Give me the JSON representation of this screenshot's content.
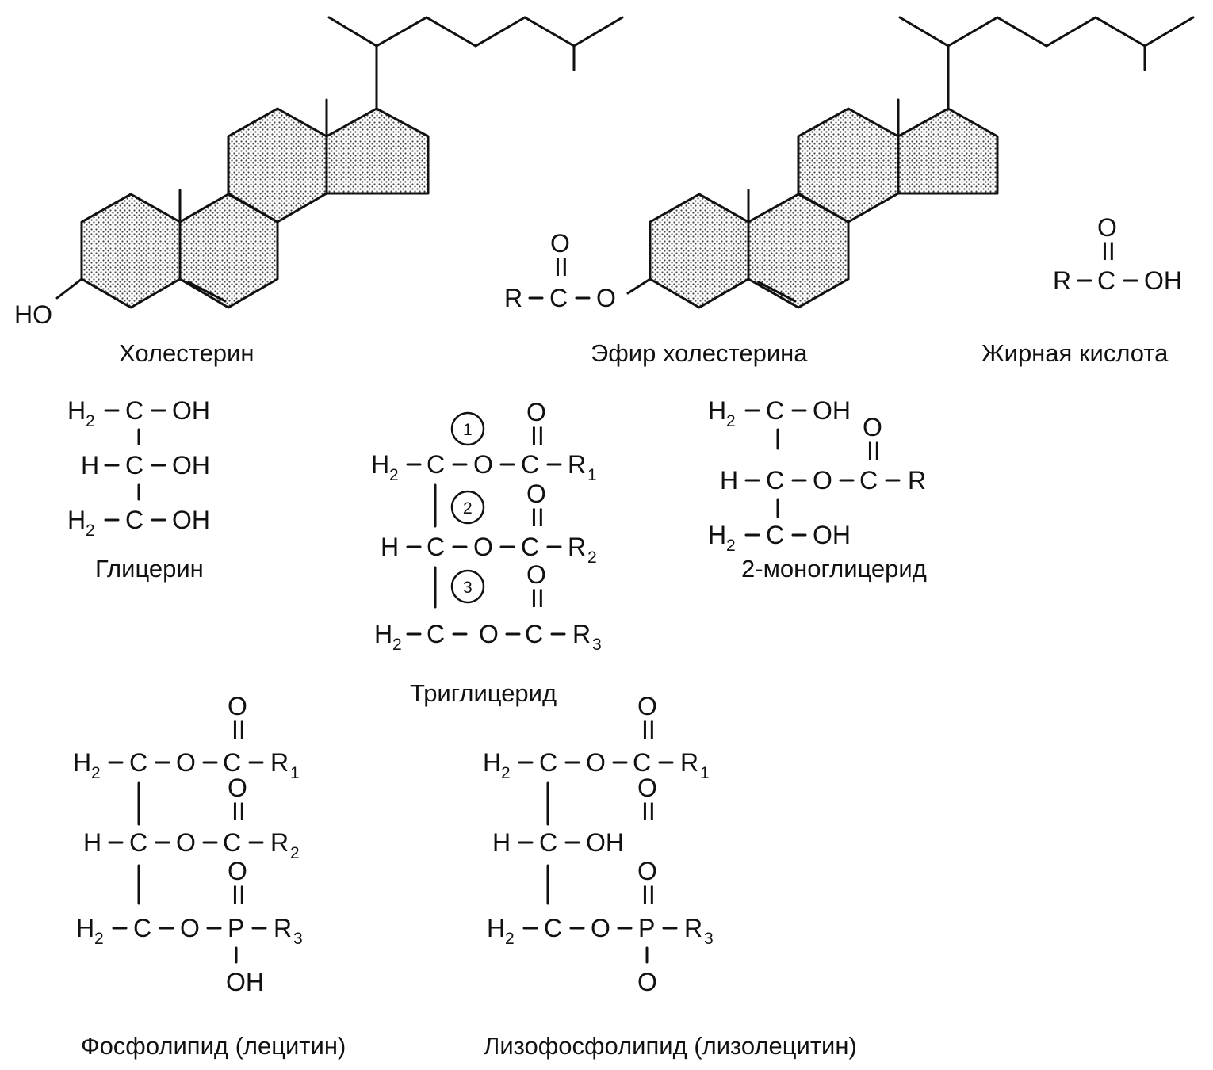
{
  "captions": {
    "cholesterol": "Холестерин",
    "cholesterol_ester": "Эфир холестерина",
    "fatty_acid": "Жирная кислота",
    "glycerol": "Глицерин",
    "triglyceride": "Триглицерид",
    "monoglyceride": "2-моноглицерид",
    "phospholipid": "Фосфолипид (лецитин)",
    "lysophospholipid": "Лизофосфолипид (лизолецитин)"
  },
  "cholesterol": {
    "ho": "HO"
  },
  "cholesterol_ester": {
    "o_top": "O",
    "dbl": "II",
    "r": "R",
    "c": "C",
    "o": "O"
  },
  "fatty_acid": {
    "o_top": "O",
    "dbl": "II",
    "r": "R",
    "c": "C",
    "oh": "OH"
  },
  "glycerol": {
    "rows": [
      {
        "h": "H",
        "h_sub": "2",
        "c": "C",
        "oh": "OH"
      },
      {
        "h": "H",
        "h_sub": "",
        "c": "C",
        "oh": "OH"
      },
      {
        "h": "H",
        "h_sub": "2",
        "c": "C",
        "oh": "OH"
      }
    ]
  },
  "triglyceride": {
    "circles": [
      "1",
      "2",
      "3"
    ],
    "rows": [
      {
        "h": "H",
        "h_sub": "2",
        "c": "C",
        "o": "O",
        "ac": "C",
        "r": "R",
        "r_sub": "1",
        "o_top": "O",
        "dbl": "II"
      },
      {
        "h": "H",
        "h_sub": "",
        "c": "C",
        "o": "O",
        "ac": "C",
        "r": "R",
        "r_sub": "2",
        "o_top": "O",
        "dbl": "II"
      },
      {
        "h": "H",
        "h_sub": "2",
        "c": "C",
        "o": "O",
        "ac": "C",
        "r": "R",
        "r_sub": "3",
        "o_top": "O",
        "dbl": "II"
      }
    ]
  },
  "monoglyceride": {
    "row1": {
      "h": "H",
      "h_sub": "2",
      "c": "C",
      "oh": "OH"
    },
    "row2": {
      "h": "H",
      "c": "C",
      "o": "O",
      "ac": "C",
      "r": "R",
      "o_top": "O",
      "dbl": "II"
    },
    "row3": {
      "h": "H",
      "h_sub": "2",
      "c": "C",
      "oh": "OH"
    }
  },
  "phospholipid": {
    "row1": {
      "h": "H",
      "h_sub": "2",
      "c": "C",
      "o": "O",
      "ac": "C",
      "r": "R",
      "r_sub": "1",
      "o_top": "O",
      "dbl": "II"
    },
    "row2": {
      "h": "H",
      "c": "C",
      "o": "O",
      "ac": "C",
      "r": "R",
      "r_sub": "2",
      "o_top": "O",
      "dbl": "II"
    },
    "row3": {
      "h": "H",
      "h_sub": "2",
      "c": "C",
      "o": "O",
      "p": "P",
      "r": "R",
      "r_sub": "3",
      "o_top": "O",
      "dbl": "II"
    },
    "p_bottom": "OH"
  },
  "lysophospholipid": {
    "row1": {
      "h": "H",
      "h_sub": "2",
      "c": "C",
      "o": "O",
      "ac": "C",
      "r": "R",
      "r_sub": "1",
      "o_top": "O",
      "dbl": "II"
    },
    "row2": {
      "h": "H",
      "c": "C",
      "oh": "OH",
      "o_top": "O",
      "dbl": "II"
    },
    "row3": {
      "h": "H",
      "h_sub": "2",
      "c": "C",
      "o": "O",
      "p": "P",
      "r": "R",
      "r_sub": "3",
      "o_top": "O",
      "dbl": "II"
    },
    "p_bottom": "O"
  }
}
